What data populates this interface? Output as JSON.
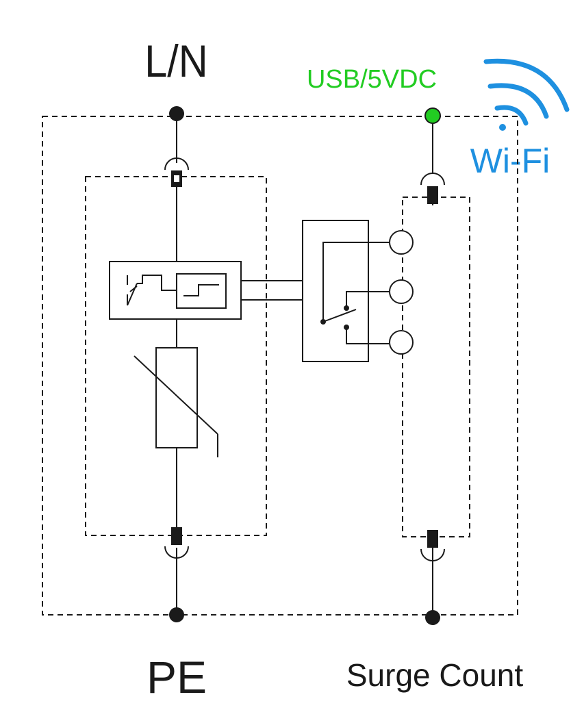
{
  "labels": {
    "top_terminal": "L/N",
    "bottom_terminal": "PE",
    "usb": "USB/5VDC",
    "surge_count": "Surge Count",
    "wifi": "Wi-Fi"
  },
  "colors": {
    "line": "#1a1a1a",
    "usb_green": "#22cc22",
    "wifi_blue": "#1e90e0"
  }
}
